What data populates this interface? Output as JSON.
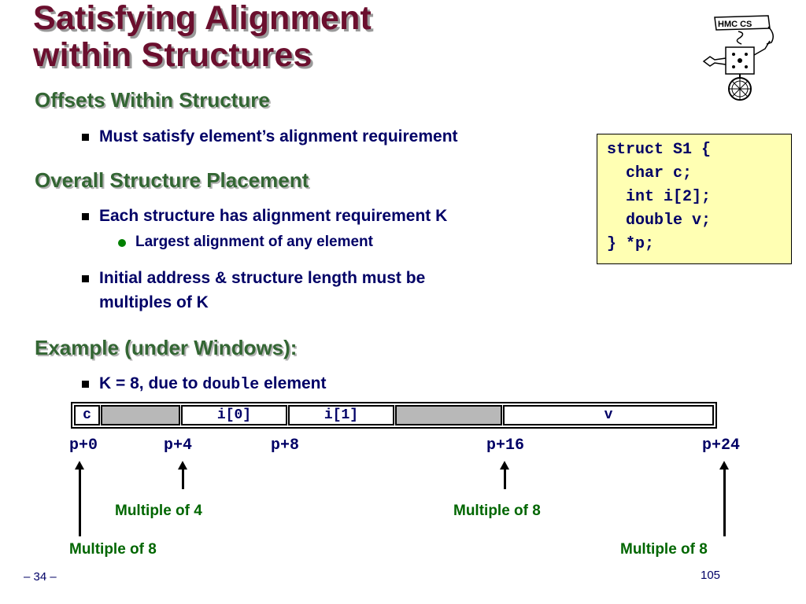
{
  "title": {
    "line1": "Satisfying Alignment",
    "line2": "within Structures"
  },
  "sections": [
    {
      "heading": "Offsets Within Structure",
      "bullets": [
        "Must satisfy element’s alignment requirement"
      ]
    },
    {
      "heading": "Overall Structure Placement",
      "bullets": [
        "Each structure has alignment requirement K",
        "Largest alignment of any element",
        "Initial address & structure length must be",
        "multiples of K"
      ]
    },
    {
      "heading": "Example (under Windows):",
      "bullets": {
        "k_prefix": "K = 8, due to ",
        "k_code": "double",
        "k_suffix": " element"
      }
    }
  ],
  "code": [
    "struct S1 {",
    "  char c;",
    "  int i[2];",
    "  double v;",
    "} *p;"
  ],
  "layout_fields": {
    "c": "c",
    "i0": "i[0]",
    "i1": "i[1]",
    "v": "v"
  },
  "offsets": [
    "p+0",
    "p+4",
    "p+8",
    "p+16",
    "p+24"
  ],
  "annotations": {
    "mult4": "Multiple of 4",
    "mult8_mid": "Multiple of 8",
    "mult8_left": "Multiple of 8",
    "mult8_right": "Multiple of 8"
  },
  "logo": {
    "text": "HMC CS",
    "icon": "hmc-cs-mascot-logo"
  },
  "footer": {
    "slide_label": "– 34 –",
    "page_number": "105"
  },
  "colors": {
    "title": "#6b0f2e",
    "heading": "#336633",
    "body": "#000066",
    "codebox_bg": "#ffffb3",
    "padding": "#b8b8b8"
  }
}
